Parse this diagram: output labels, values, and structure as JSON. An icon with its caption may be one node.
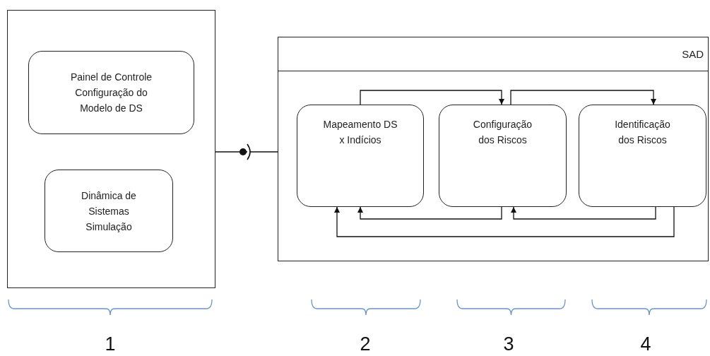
{
  "diagram": {
    "nodes": [
      {
        "text": [],
        "shape": "box"
      },
      {
        "text": [
          "Painel de Controle Configuração do Modelo de DS"
        ],
        "in": 0
      },
      {
        "text": [
          "Dinâmica de Sistemas Simulação"
        ],
        "in": 0
      },
      {
        "text": [
          "SAD"
        ]
      },
      {
        "text": [
          "Mapeamento DS x Indícios"
        ],
        "in": 3
      },
      {
        "text": [
          "Configuração dos Riscos"
        ],
        "in": 3
      },
      {
        "text": [
          "Identificação dos Riscos"
        ],
        "in": 3
      }
    ],
    "edges": [
      {
        "from": 0,
        "to": 3,
        "arrow": "none"
      },
      {
        "from": 4,
        "to": 5,
        "arrow": "to"
      },
      {
        "from": 5,
        "to": 6,
        "arrow": "to"
      },
      {
        "from": 5,
        "to": 4,
        "arrow": "to"
      },
      {
        "from": 6,
        "to": 5,
        "arrow": "to"
      },
      {
        "from": 6,
        "to": 4,
        "arrow": "to"
      }
    ],
    "labels": [
      "1",
      "2",
      "3",
      "4"
    ]
  }
}
